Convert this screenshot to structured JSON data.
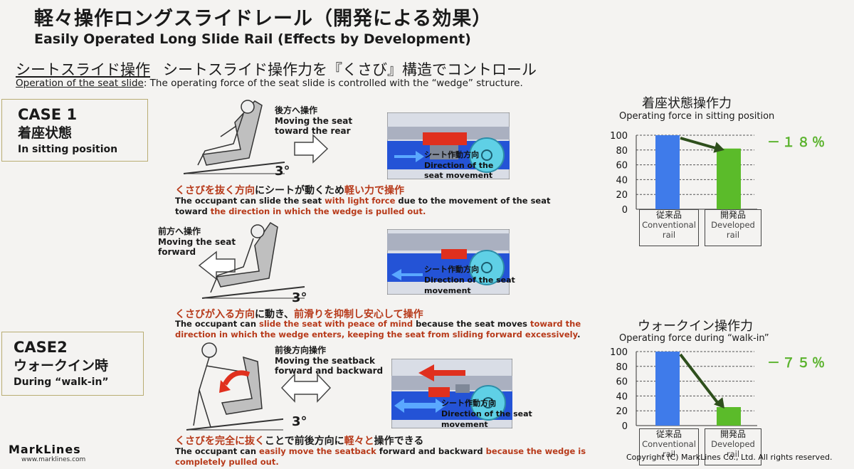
{
  "header": {
    "title_jp": "軽々操作ロングスライドレール（開発による効果）",
    "title_en": "Easily Operated Long Slide Rail (Effects by Development)",
    "subtitle_jp_underlined": "シートスライド操作",
    "subtitle_jp_rest": "シートスライド操作力を『くさび』構造でコントロール",
    "subtitle_en_underlined": "Operation of the seat slide",
    "subtitle_en_rest": ": The operating force of the seat slide is controlled with the “wedge” structure."
  },
  "case1": {
    "title": "CASE 1",
    "jp": "着座状態",
    "en": "In sitting position",
    "angle": "3°",
    "rear": {
      "move_jp": "後方へ操作",
      "move_en_1": "Moving the seat",
      "move_en_2": "toward the rear",
      "rail_jp": "シート作動方向",
      "rail_en_1": "Direction of the",
      "rail_en_2": "seat movement",
      "highlight_a": "くさびを抜く方向",
      "highlight_b": "にシートが動くため",
      "highlight_c": "軽い力で",
      "highlight_d": "操作",
      "desc1_a": "The occupant can slide the seat ",
      "desc1_b": "with light force",
      "desc1_c": " due to the movement of the seat",
      "desc2_a": "toward ",
      "desc2_b": "the direction in which the wedge is pulled out."
    },
    "forward": {
      "move_jp": "前方へ操作",
      "move_en_1": "Moving the seat",
      "move_en_2": "forward",
      "rail_jp": "シート作動方向",
      "rail_en_1": "Direction of the seat",
      "rail_en_2": "movement",
      "highlight_a": "くさびが入る方向",
      "highlight_b": "に動き、",
      "highlight_c": "前滑りを抑制し安心して操作",
      "desc1_a": "The occupant can ",
      "desc1_b": "slide the seat with peace of mind",
      "desc1_c": " because the seat moves ",
      "desc1_d": "toward the",
      "desc2_a": "direction in which the wedge enters, keeping the seat from sliding forward excessively",
      "desc2_b": "."
    }
  },
  "case2": {
    "title": "CASE2",
    "jp": "ウォークイン時",
    "en": "During “walk-in”",
    "angle": "3°",
    "move_jp": "前後方向操作",
    "move_en_1": "Moving the seatback",
    "move_en_2": "forward and backward",
    "rail_jp": "シート作動方向",
    "rail_en_1": "Direction of the seat",
    "rail_en_2": "movement",
    "highlight_a": "くさびを完全に抜く",
    "highlight_b": "ことで前後方向に",
    "highlight_c": "軽々と",
    "highlight_d": "操作できる",
    "desc1_a": "The occupant can ",
    "desc1_b": "easily move the seatback",
    "desc1_c": " forward and backward ",
    "desc1_d": "because the wedge is",
    "desc2_a": "completely pulled out."
  },
  "chart_data": [
    {
      "type": "bar",
      "title": "着座状態操作力",
      "subtitle": "Operating force in sitting position",
      "categories": [
        "従来品",
        "開発品"
      ],
      "categories_en": [
        "Conventional rail",
        "Developed rail"
      ],
      "values": [
        100,
        82
      ],
      "ylim": [
        0,
        100
      ],
      "yticks": [
        0,
        20,
        40,
        60,
        80,
        100
      ],
      "colors": [
        "#3f7bea",
        "#5bbb2a"
      ],
      "annotation": "－１８％"
    },
    {
      "type": "bar",
      "title": "ウォークイン操作力",
      "subtitle": "Operating force during “walk-in”",
      "categories": [
        "従来品",
        "開発品"
      ],
      "categories_en": [
        "Conventional rail",
        "Developed rail"
      ],
      "values": [
        100,
        25
      ],
      "ylim": [
        0,
        100
      ],
      "yticks": [
        0,
        20,
        40,
        60,
        80,
        100
      ],
      "colors": [
        "#3f7bea",
        "#5bbb2a"
      ],
      "annotation": "－７５％"
    }
  ],
  "footer": {
    "brand": "MarkLines",
    "url": "www.marklines.com",
    "copyright": "Copyright (C) MarkLines Co., Ltd. All rights reserved."
  }
}
